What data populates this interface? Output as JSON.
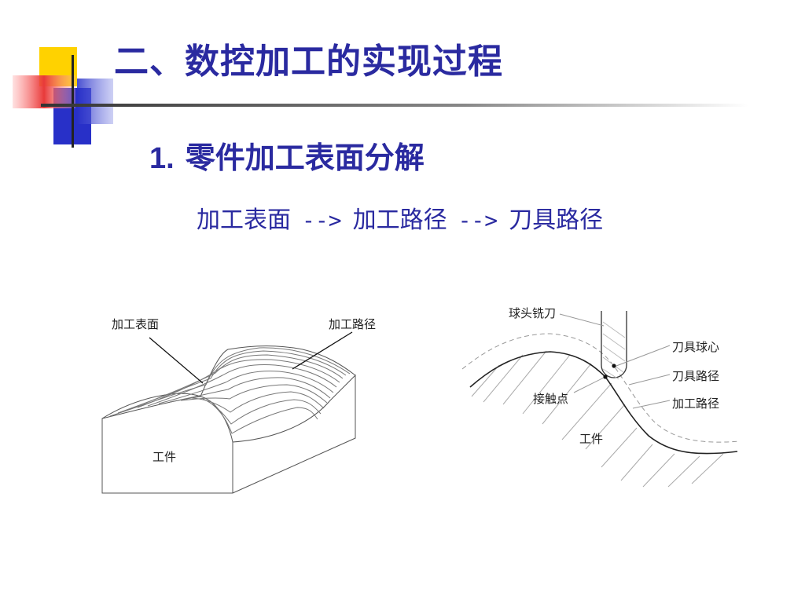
{
  "title": "二、数控加工的实现过程",
  "section": {
    "number": "1.",
    "heading": "零件加工表面分解"
  },
  "flow": {
    "step1": "加工表面",
    "arrow1": "-->",
    "step2": "加工路径",
    "arrow2": "-->",
    "step3": "刀具路径"
  },
  "left_figure": {
    "label_surface": "加工表面",
    "label_path": "加工路径",
    "label_workpiece": "工件"
  },
  "right_figure": {
    "label_tool": "球头铣刀",
    "label_ball_center": "刀具球心",
    "label_tool_path": "刀具路径",
    "label_machining_path": "加工路径",
    "label_contact_point": "接触点",
    "label_workpiece": "工件"
  },
  "colors": {
    "title": "#2a2aa0",
    "deco_yellow": "#ffd200",
    "deco_blue": "#2830c8",
    "deco_red": "#e83a3a"
  }
}
